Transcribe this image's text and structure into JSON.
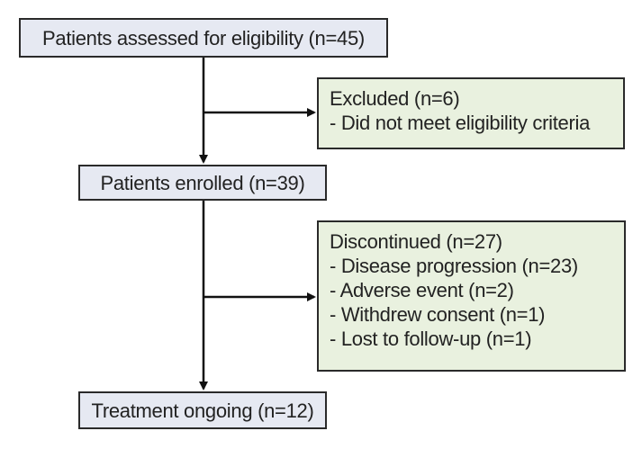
{
  "colors": {
    "main_box_fill": "#e6e9f2",
    "side_box_fill": "#e9f1df",
    "border": "#2a2a2a",
    "line": "#111111"
  },
  "boxes": {
    "assessed": {
      "text": "Patients assessed for eligibility (n=45)"
    },
    "excluded": {
      "lines": [
        "Excluded (n=6)",
        "- Did not meet eligibility criteria"
      ]
    },
    "enrolled": {
      "text": "Patients enrolled (n=39)"
    },
    "discontinued": {
      "lines": [
        "Discontinued (n=27)",
        "- Disease progression (n=23)",
        "- Adverse event (n=2)",
        "- Withdrew consent (n=1)",
        "- Lost to follow-up (n=1)"
      ]
    },
    "ongoing": {
      "text": "Treatment ongoing (n=12)"
    }
  }
}
